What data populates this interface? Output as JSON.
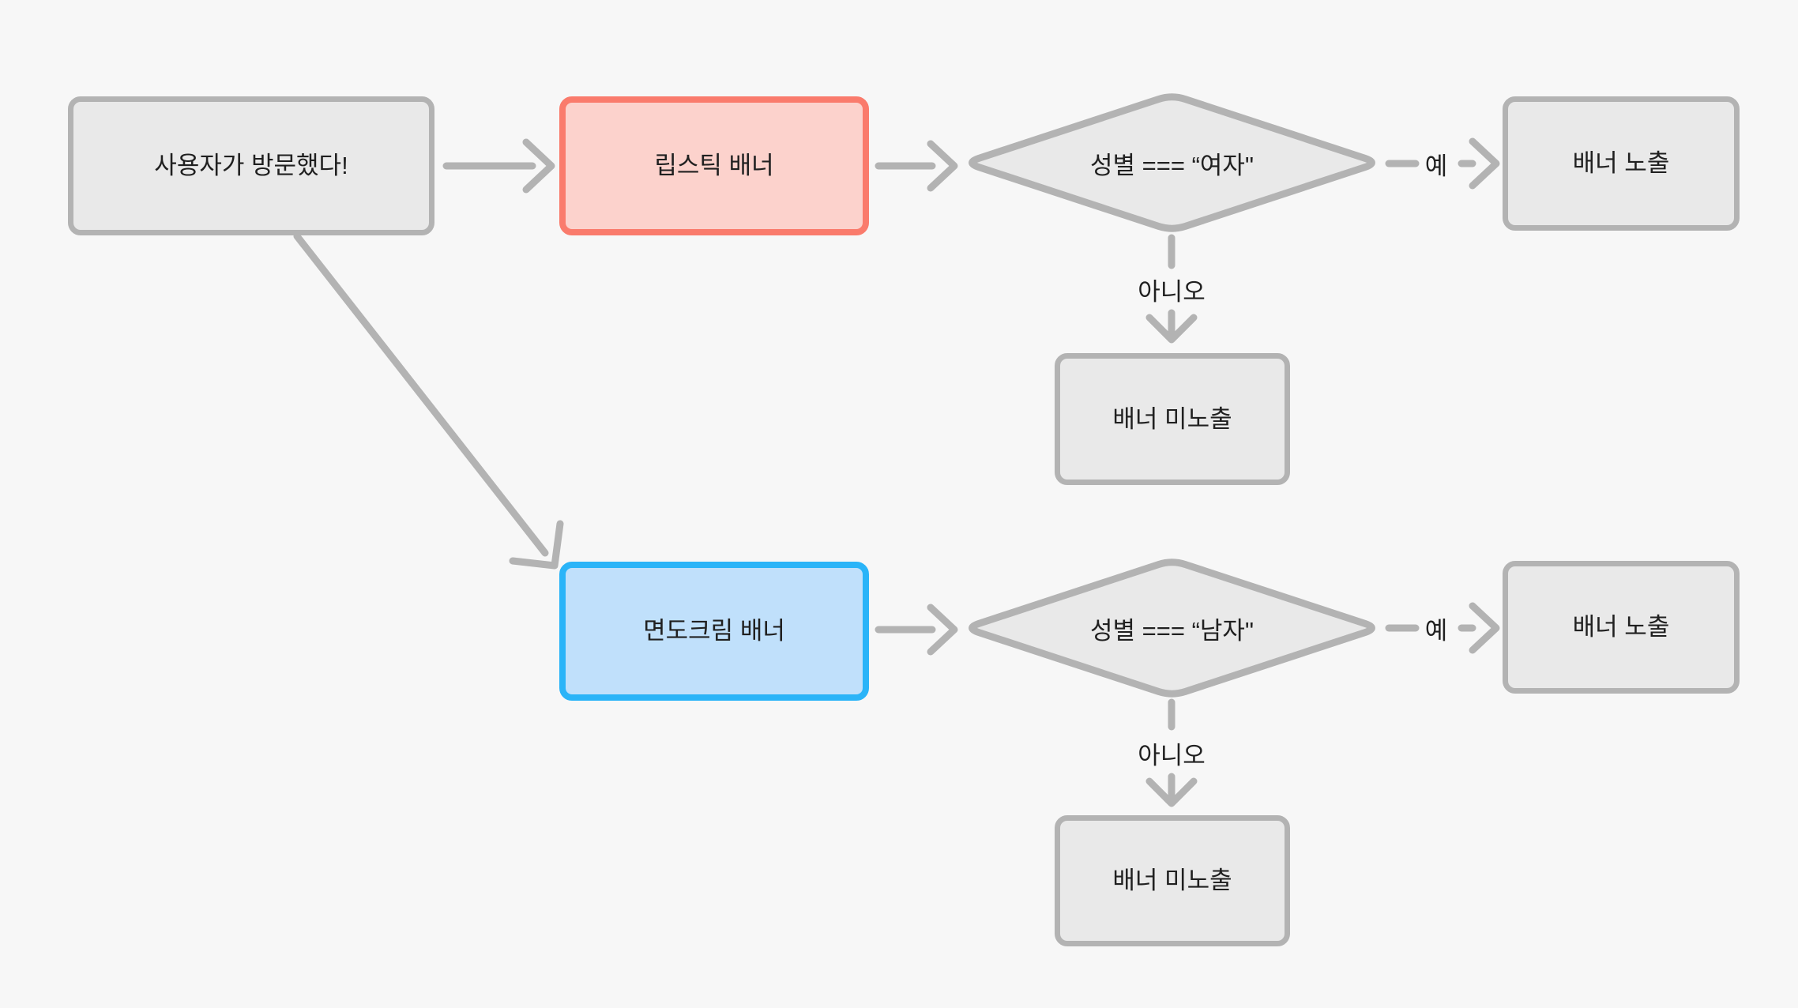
{
  "diagram": {
    "title_hint": "banner-exposure-flowchart"
  },
  "nodes": {
    "start": {
      "label": "사용자가 방문했다!"
    },
    "lipstick": {
      "label": "립스틱 배너"
    },
    "cond_female": {
      "label": "성별 === “여자\""
    },
    "show_female": {
      "label": "배너 노출"
    },
    "hide_female": {
      "label": "배너 미노출"
    },
    "shaving": {
      "label": "면도크림 배너"
    },
    "cond_male": {
      "label": "성별 === “남자\""
    },
    "show_male": {
      "label": "배너 노출"
    },
    "hide_male": {
      "label": "배너 미노출"
    }
  },
  "edge_labels": {
    "yes_female": "예",
    "no_female": "아니오",
    "yes_male": "예",
    "no_male": "아니오"
  },
  "colors": {
    "background": "#f7f7f7",
    "node_fill": "#e9e9e9",
    "node_border": "#b3b3b3",
    "lipstick_fill": "#fcd2cc",
    "lipstick_border": "#fa7b6c",
    "shaving_fill": "#c0e0fb",
    "shaving_border": "#2ab4f8",
    "connector": "#b3b3b3",
    "text": "#202020"
  }
}
